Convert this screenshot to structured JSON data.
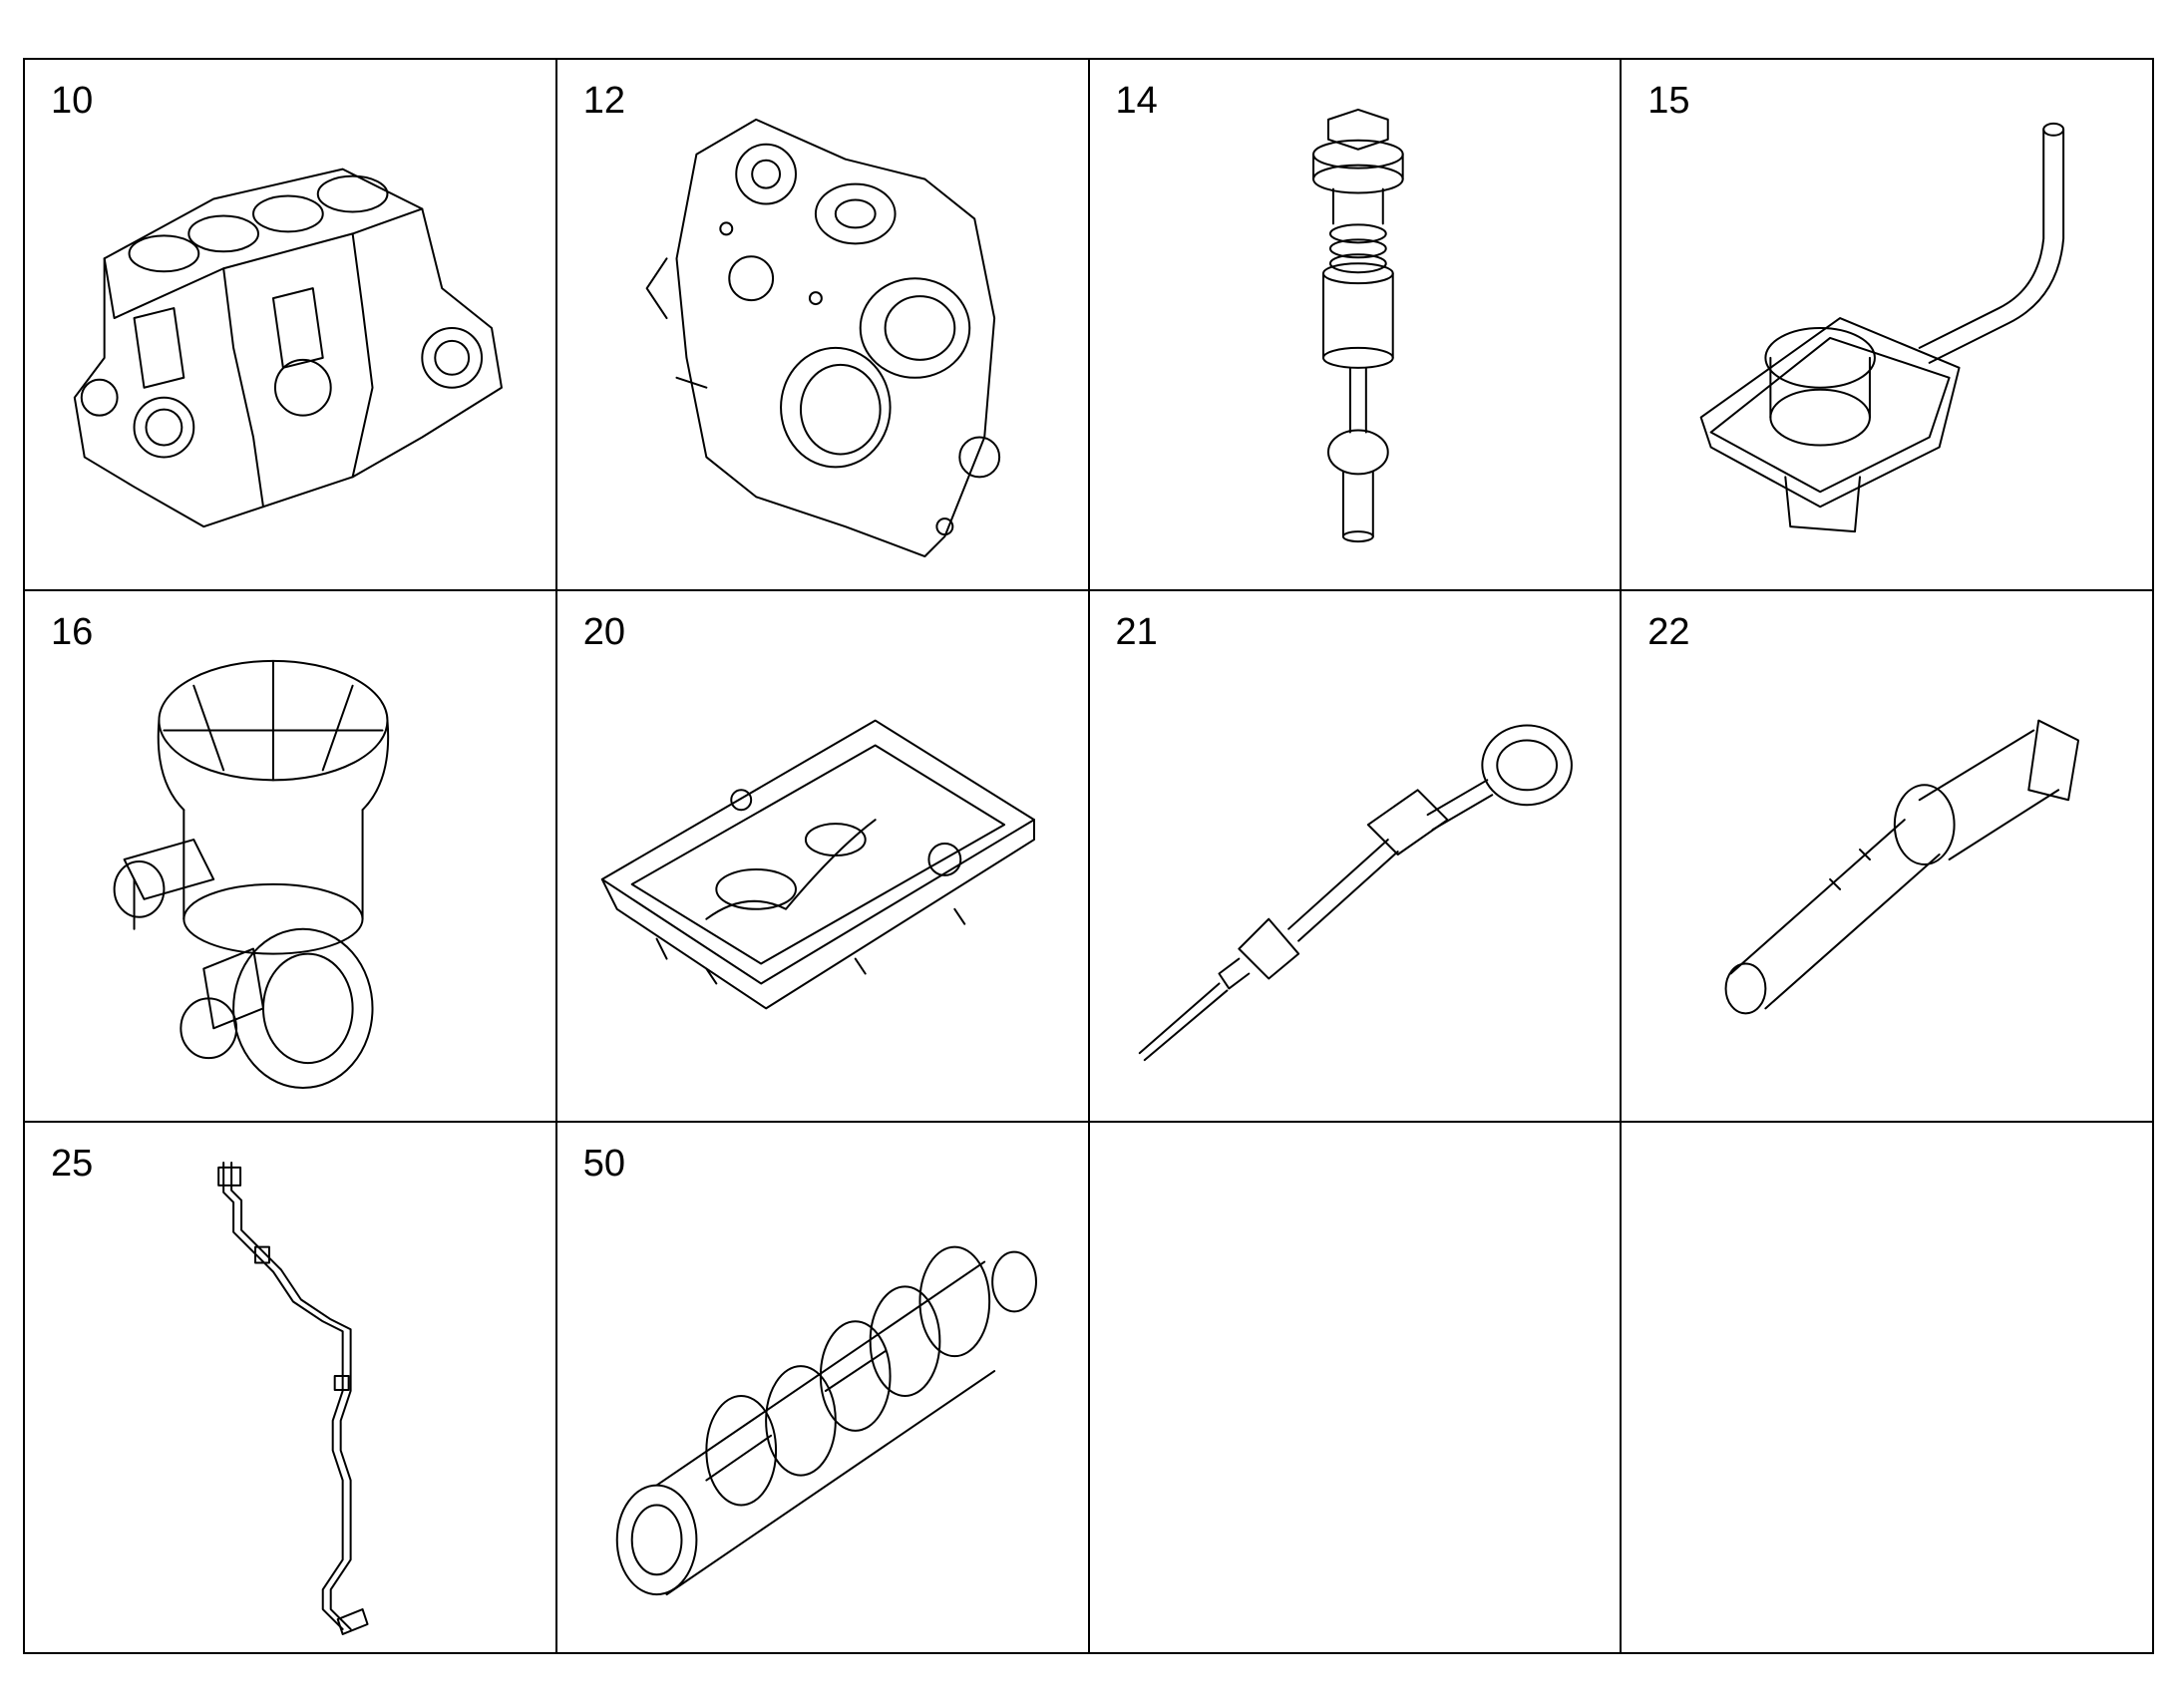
{
  "cells": [
    {
      "label": "10",
      "icon": "engine-block-icon"
    },
    {
      "label": "12",
      "icon": "timing-cover-icon"
    },
    {
      "label": "14",
      "icon": "valve-bolt-icon"
    },
    {
      "label": "15",
      "icon": "pipe-fitting-icon"
    },
    {
      "label": "16",
      "icon": "breather-separator-icon"
    },
    {
      "label": "20",
      "icon": "oil-pan-icon"
    },
    {
      "label": "21",
      "icon": "dipstick-icon"
    },
    {
      "label": "22",
      "icon": "dipstick-tube-icon"
    },
    {
      "label": "25",
      "icon": "sensor-line-icon"
    },
    {
      "label": "50",
      "icon": "crankshaft-icon"
    },
    {
      "label": "",
      "icon": ""
    },
    {
      "label": "",
      "icon": ""
    }
  ]
}
